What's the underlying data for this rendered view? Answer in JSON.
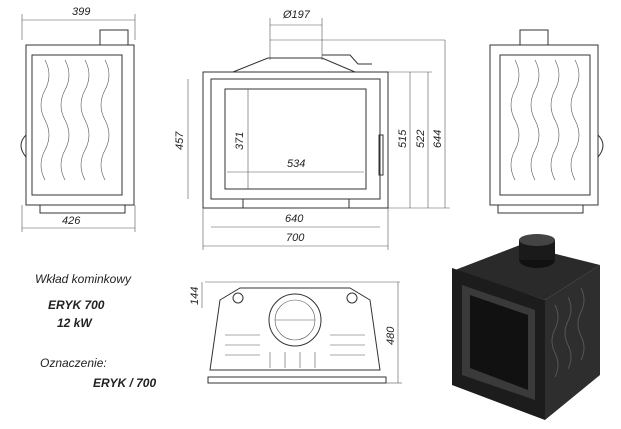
{
  "dimensions": {
    "side_top_width": "399",
    "side_bottom_width": "426",
    "flue_diameter": "Ø197",
    "front_height_left": "457",
    "glass_height": "371",
    "glass_width": "534",
    "door_width": "640",
    "total_width": "700",
    "height_515": "515",
    "height_522": "522",
    "total_height": "644",
    "flue_offset": "144",
    "depth": "480"
  },
  "caption": {
    "title": "Wkład kominkowy",
    "model": "ERYK 700",
    "power": "12 kW",
    "designation_label": "Oznaczenie:",
    "designation": "ERYK / 700"
  }
}
